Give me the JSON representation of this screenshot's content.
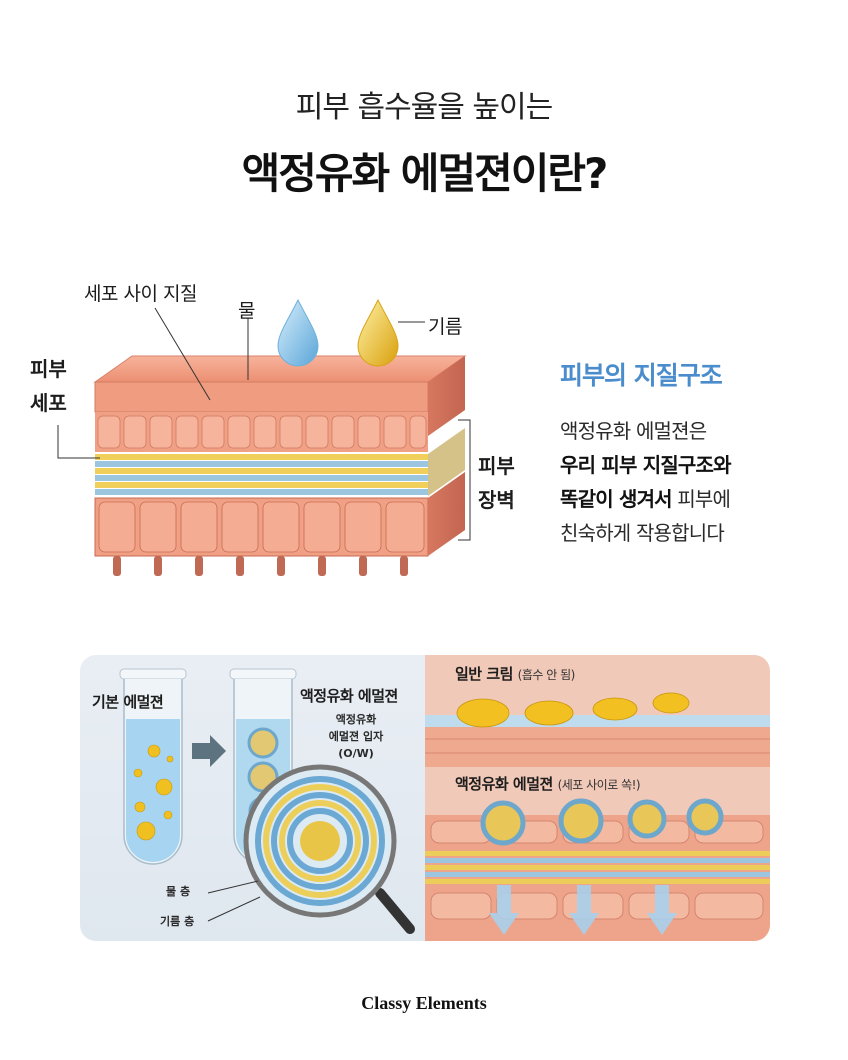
{
  "header": {
    "subtitle": "피부 흡수율을 높이는",
    "title": "액정유화 에멀젼이란?"
  },
  "diagram": {
    "label_intercellular_lipid": "세포 사이 지질",
    "label_water": "물",
    "label_oil": "기름",
    "label_skin_cell_line1": "피부",
    "label_skin_cell_line2": "세포",
    "label_skin_barrier_line1": "피부",
    "label_skin_barrier_line2": "장벽",
    "colors": {
      "cell": "#f0a084",
      "water_drop": "#8ec8ee",
      "oil_drop": "#f2c12e",
      "lipid_blue": "#9cc6e0",
      "lipid_yellow": "#f0cf5a"
    }
  },
  "info": {
    "title": "피부의 지질구조",
    "line1": "액정유화 에멀젼은",
    "line2": "우리 피부 지질구조와",
    "line3_bold": "똑같이 생겨서",
    "line3_rest": " 피부에",
    "line4": "친숙하게 작용합니다"
  },
  "bottom": {
    "left": {
      "label_basic": "기본 에멀젼",
      "label_lc": "액정유화 에멀젼",
      "label_particle_line1": "액정유화",
      "label_particle_line2": "에멀젼 입자",
      "label_particle_line3": "(O/W)",
      "label_water_layer": "물 층",
      "label_oil_layer": "기름 층"
    },
    "right": {
      "general_cream_bold": "일반 크림",
      "general_cream_note": "(흡수 안 됨)",
      "lc_emulsion_bold": "액정유화 에멀젼",
      "lc_emulsion_note": "(세포 사이로 쏙!)"
    }
  },
  "footer": {
    "brand": "Classy Elements"
  }
}
